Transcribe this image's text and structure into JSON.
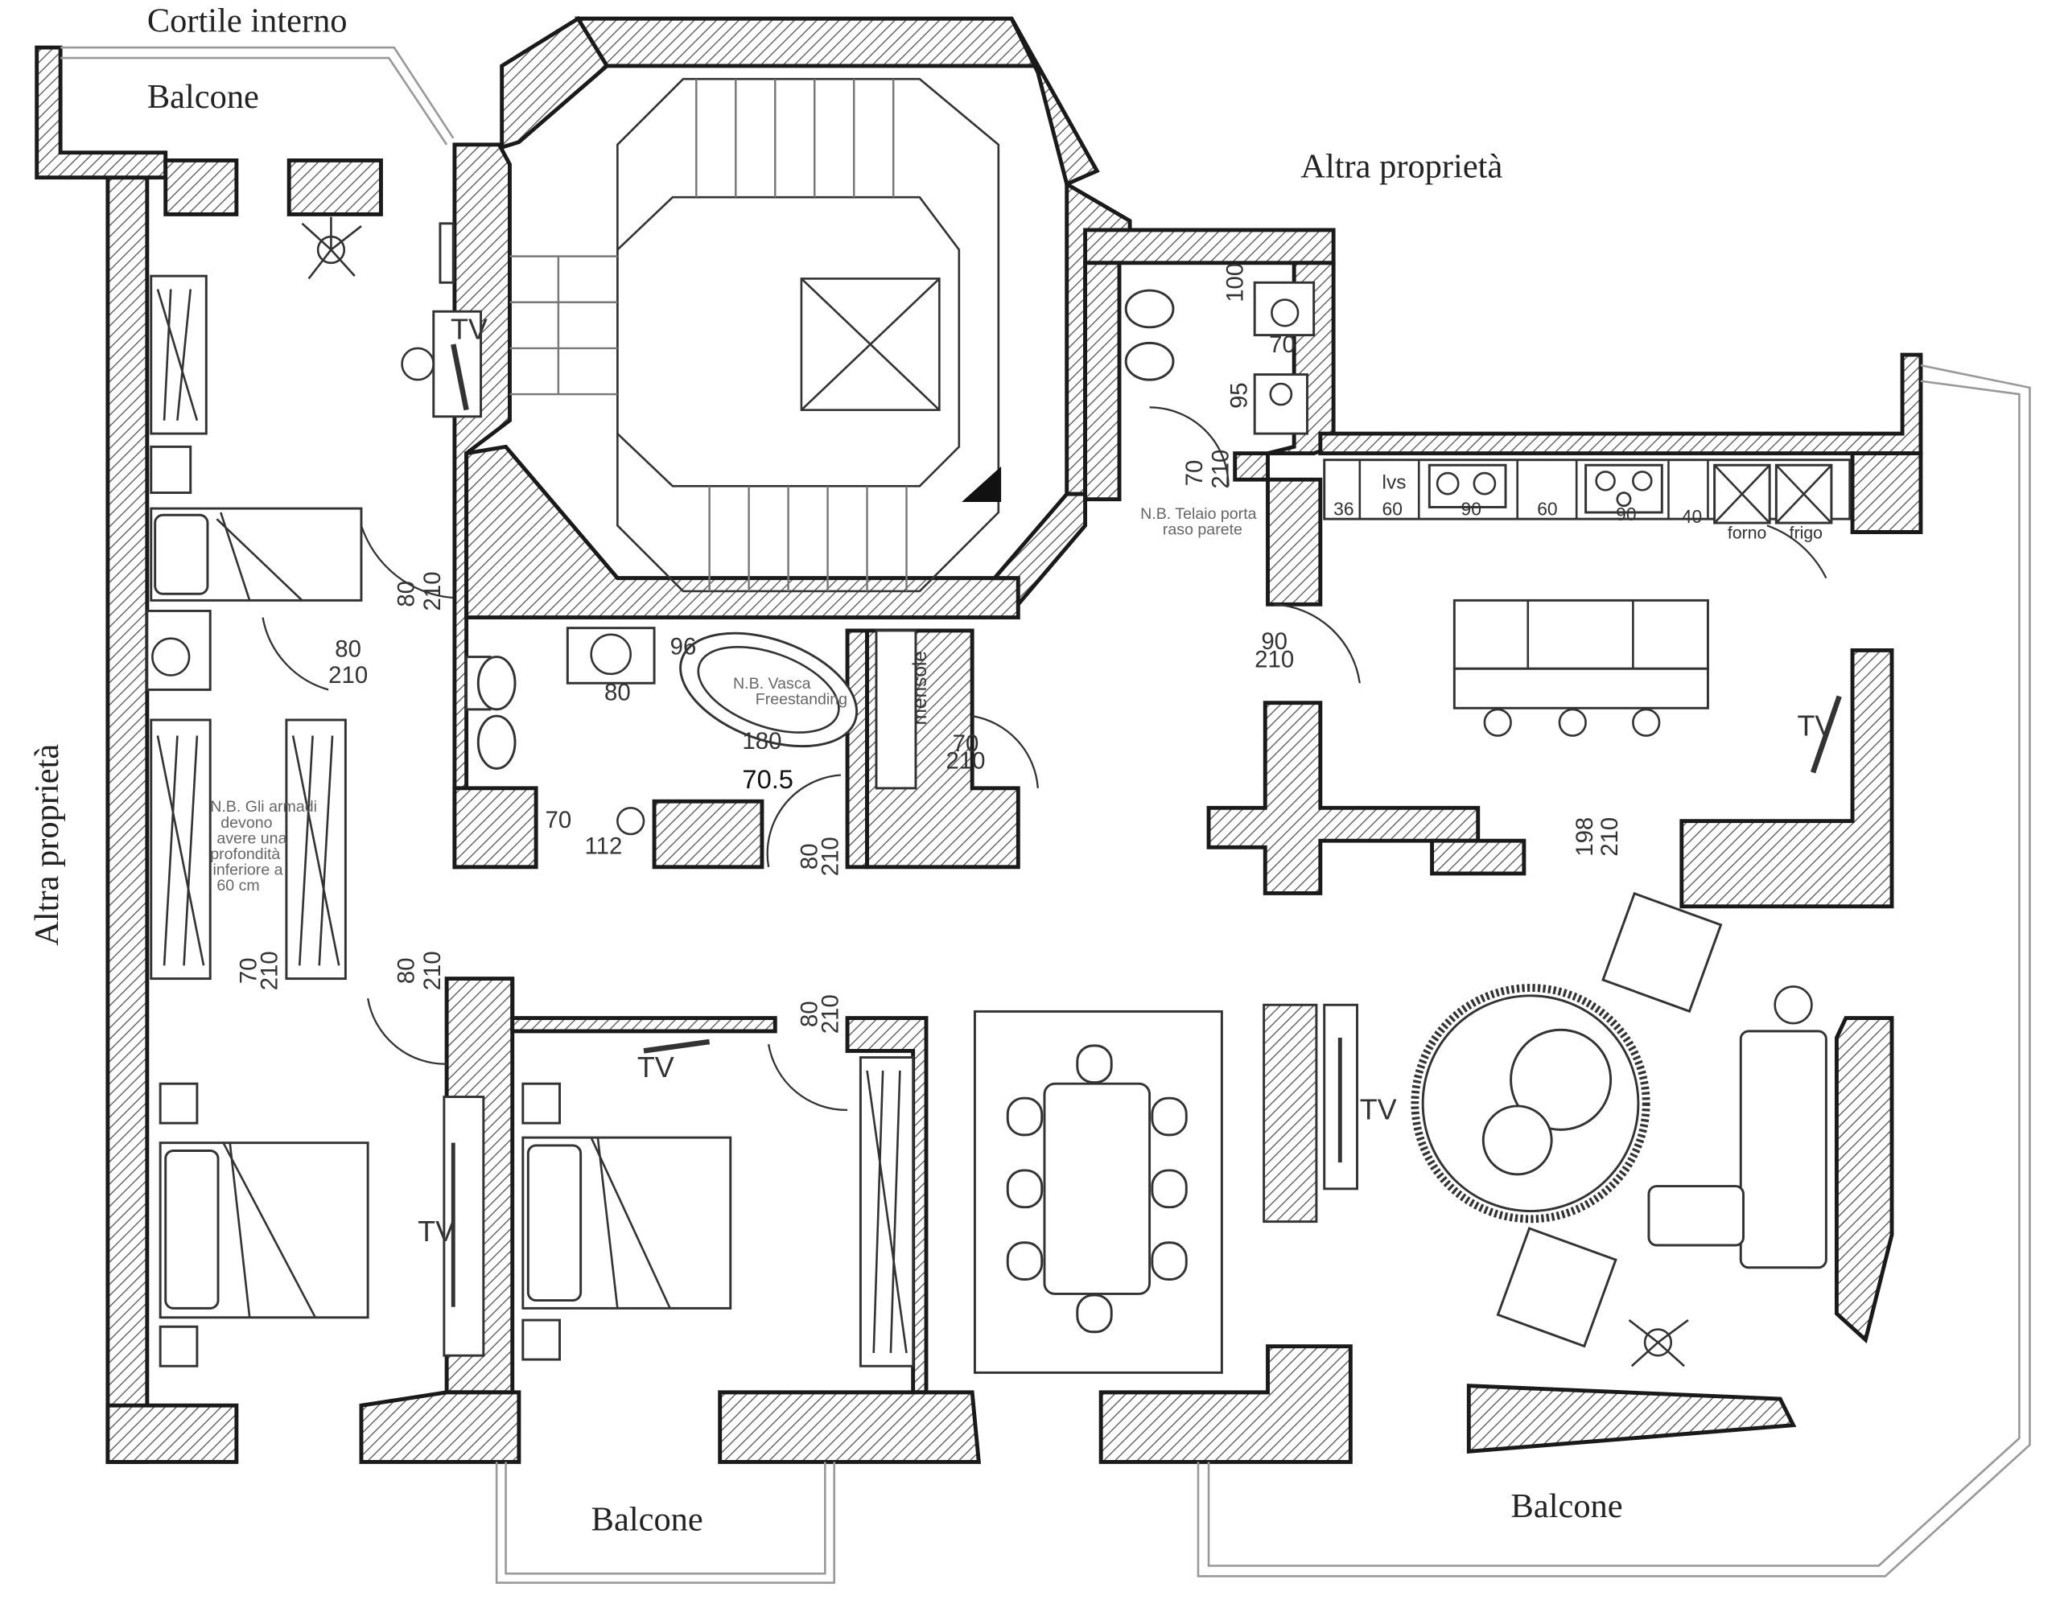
{
  "labels": {
    "courtyard": "Cortile interno",
    "balcony_top": "Balcone",
    "other_property_right": "Altra proprietà",
    "other_property_left": "Altra proprietà",
    "balcony_bottom_center": "Balcone",
    "balcony_bottom_right": "Balcone"
  },
  "notes": {
    "door_frame": [
      "N.B. Telaio porta",
      "raso parete"
    ],
    "bathtub": [
      "N.B. Vasca",
      "Freestanding"
    ],
    "wardrobes": [
      "N.B. Gli armadi",
      "devono",
      "avere una",
      "profondità",
      "inferiore a",
      "60 cm"
    ]
  },
  "kitchen": {
    "lvs": "lvs",
    "dims": [
      "36",
      "60",
      "90",
      "60",
      "90",
      "40"
    ],
    "oven": "forno",
    "fridge": "frigo"
  },
  "bath2": {
    "d100": "100",
    "d70": "70",
    "d95": "95",
    "door": [
      "70",
      "210"
    ]
  },
  "bath1": {
    "d80": "80",
    "d96": "96",
    "d180": "180",
    "d70_5": "70.5",
    "d70": "70",
    "d112": "112"
  },
  "shelves": "mensole",
  "doors": {
    "bedroom1": [
      "80",
      "210"
    ],
    "laundry": [
      "80",
      "210"
    ],
    "wardrobe": [
      "70",
      "210"
    ],
    "corridor": [
      "80",
      "210"
    ],
    "bedroom2": [
      "80",
      "210"
    ],
    "bath1": [
      "80",
      "210"
    ],
    "storage": [
      "70",
      "210"
    ],
    "kitchen": [
      "90",
      "210"
    ],
    "living": [
      "198",
      "210"
    ]
  },
  "tv_label": "TV",
  "colors": {
    "wall_stroke": "#1a1a1a",
    "hatch": "#555555",
    "line": "#333333"
  }
}
